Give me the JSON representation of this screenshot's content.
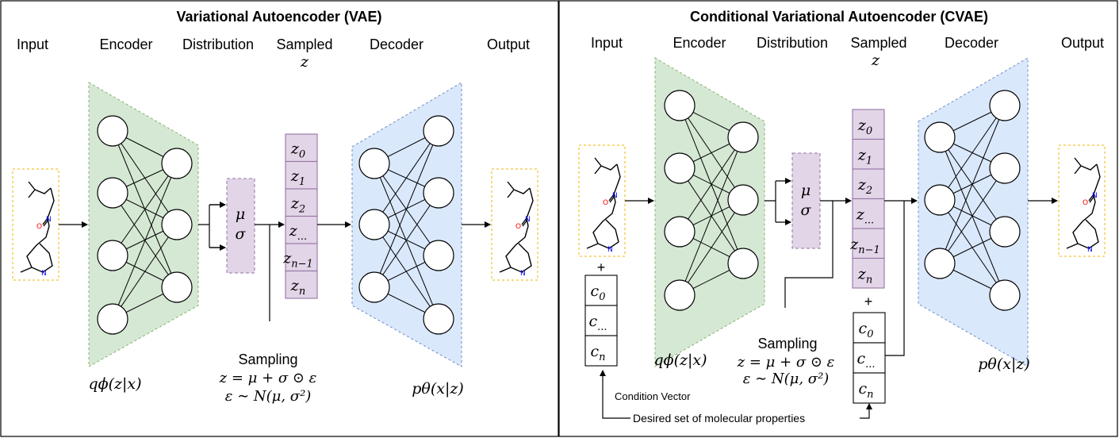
{
  "vae": {
    "title": "Variational Autoencoder (VAE)",
    "labels": {
      "input": "Input",
      "encoder": "Encoder",
      "distribution": "Distribution",
      "sampled": "Sampled",
      "decoder": "Decoder",
      "output": "Output"
    },
    "sampled_var": "z",
    "mu": "μ",
    "sigma": "σ",
    "latent": [
      {
        "base": "z",
        "sub": "0"
      },
      {
        "base": "z",
        "sub": "1"
      },
      {
        "base": "z",
        "sub": "2"
      },
      {
        "base": "z",
        "sub": "..."
      },
      {
        "base": "z",
        "sub": "n−1"
      },
      {
        "base": "z",
        "sub": "n"
      }
    ],
    "encoder_formula": "qϕ(z|x)",
    "decoder_formula": "pθ(x|z)",
    "sampling_title": "Sampling",
    "sampling_eq1": "z = μ + σ ⊙ ε",
    "sampling_eq2": "ε ∼ N(μ, σ²)"
  },
  "cvae": {
    "title": "Conditional Variational Autoencoder (CVAE)",
    "labels": {
      "input": "Input",
      "encoder": "Encoder",
      "distribution": "Distribution",
      "sampled": "Sampled",
      "decoder": "Decoder",
      "output": "Output"
    },
    "sampled_var": "z",
    "mu": "μ",
    "sigma": "σ",
    "latent": [
      {
        "base": "z",
        "sub": "0"
      },
      {
        "base": "z",
        "sub": "1"
      },
      {
        "base": "z",
        "sub": "2"
      },
      {
        "base": "z",
        "sub": "..."
      },
      {
        "base": "z",
        "sub": "n−1"
      },
      {
        "base": "z",
        "sub": "n"
      }
    ],
    "condition": [
      {
        "base": "c",
        "sub": "0"
      },
      {
        "base": "c",
        "sub": "..."
      },
      {
        "base": "c",
        "sub": "n"
      }
    ],
    "plus": "+",
    "encoder_formula": "qϕ(z|x)",
    "decoder_formula": "pθ(x|z)",
    "sampling_title": "Sampling",
    "sampling_eq1": "z = μ + σ ⊙ ε",
    "sampling_eq2": "ε ∼ N(μ, σ²)",
    "condition_vector_label": "Condition Vector",
    "desired_label": "Desired set of molecular properties"
  },
  "colors": {
    "encoder_fill": "#d5e8d4",
    "encoder_stroke": "#82b366",
    "decoder_fill": "#dae8fc",
    "decoder_stroke": "#6c8ebf",
    "latent_fill": "#e1d5e7",
    "latent_stroke": "#9673a6",
    "molecule_box_stroke": "#f0b400",
    "oxygen": "#ff0000",
    "nitrogen": "#0000ff"
  }
}
